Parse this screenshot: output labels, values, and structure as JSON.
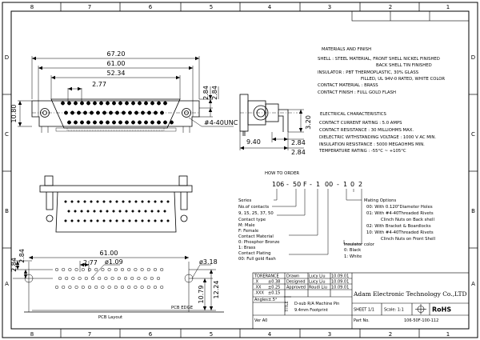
{
  "zones": {
    "columns": [
      "8",
      "7",
      "6",
      "5",
      "4",
      "3",
      "2",
      "1"
    ],
    "rows": [
      "D",
      "C",
      "B",
      "A"
    ]
  },
  "front_view": {
    "dims": {
      "overall": "67.20",
      "flange": "61.00",
      "shell": "52.34",
      "pitch": "2.77",
      "height": "10.80",
      "thread": "#4-40UNC",
      "d1": "2.84",
      "d2": "2.84"
    }
  },
  "side_view": {
    "dims": {
      "height": "3.20",
      "offset": "9.40",
      "d1": "2.84",
      "d2": "2.84"
    }
  },
  "materials": {
    "title": "MATERIALS AND FINISH",
    "lines": [
      "SHELL : STEEL MATERIAL, FRONT SHELL NICKEL FINISHED",
      "BACK SHELL TIN FINISHED",
      "INSULATOR : PBT THERMOPLASTIC, 30% GLASS",
      "FILLED, UL 94V-0 RATED, WHITE COLOR",
      "CONTACT MATERIAL : BRASS",
      "CONTACT FINISH : FULL GOLD FLASH"
    ]
  },
  "electrical": {
    "title": "ELECTRICAL CHARACTERISTICS",
    "lines": [
      "CONTACT CURRENT RATING : 5.0 AMPS",
      "CONTACT RESISTANCE : 30 MILLIOHMS MAX.",
      "DIELECTRIC WITHSTANDING VOLTAGE : 1000 V AC MIN.",
      "INSULATION RESISTANCE : 5000 MEGAOHMS MIN.",
      "TEMPERATURE RATING : -55°C ~ +105°C"
    ]
  },
  "how_to_order": {
    "title": "HOW TO ORDER",
    "code_parts": [
      "106",
      "-",
      "50",
      "F",
      "-",
      "1",
      "00",
      "-",
      "1",
      "0",
      "2"
    ],
    "left_lines": [
      "Series",
      "No.of contacts",
      "9, 15, 25, 37, 50",
      "Contact type",
      "M: Male",
      "F: Female",
      "Contact Material",
      "0: Phosphor Bronze",
      "1: Brass",
      "Contact Plating",
      "00: Full gold flash"
    ],
    "right_lines": [
      "Mating Options",
      "00: With 0.120\"Diameter Holes",
      "01: With #4-40Threaded Rivets",
      "Clinch Nuts on Back shell",
      "02: With Bracket & Boardlocks",
      "10: With #4-40Threaded Rivets",
      "Clinch Nuts on Front Shell",
      "Insulator color",
      "0: Black",
      "1: White"
    ]
  },
  "pcb_layout": {
    "label": "PCB Layout",
    "edge_label": "PCB EDGE",
    "dims": {
      "width": "61.00",
      "pitch": "2.77",
      "hole": "ø1.09",
      "mount_hole": "ø3.18",
      "h1": "2.84",
      "h2": "2.84",
      "v1": "10.79",
      "v2": "12.24"
    }
  },
  "title_block": {
    "tolerance": {
      "header": "TORERANCE",
      "rows": [
        [
          ".X",
          "±0.38"
        ],
        [
          ".XX",
          "±0.25"
        ],
        [
          ".XXX",
          "±0.15"
        ],
        [
          "Angles",
          "±.5°"
        ]
      ]
    },
    "signoff": [
      {
        "role": "Drawn",
        "name": "Lucy Liu",
        "date": "10.09.01"
      },
      {
        "role": "Designed",
        "name": "Lucy Liu",
        "date": "10.09.01"
      },
      {
        "role": "Approved",
        "name": "Roudi Liu",
        "date": "10.09.01"
      }
    ],
    "title_label": "TITLE",
    "description_1": "D-sub R/A Machine Pin",
    "description_2": "9.4mm Footprint",
    "version": "Ver A0",
    "company": "Adam Electronic Technology Co.,LTD",
    "sheet": "SHEET 1/1",
    "scale": "Scale: 1:1",
    "rohs": "RoHS",
    "part_label": "Part No.",
    "part_no": "106-50F-100-112"
  }
}
